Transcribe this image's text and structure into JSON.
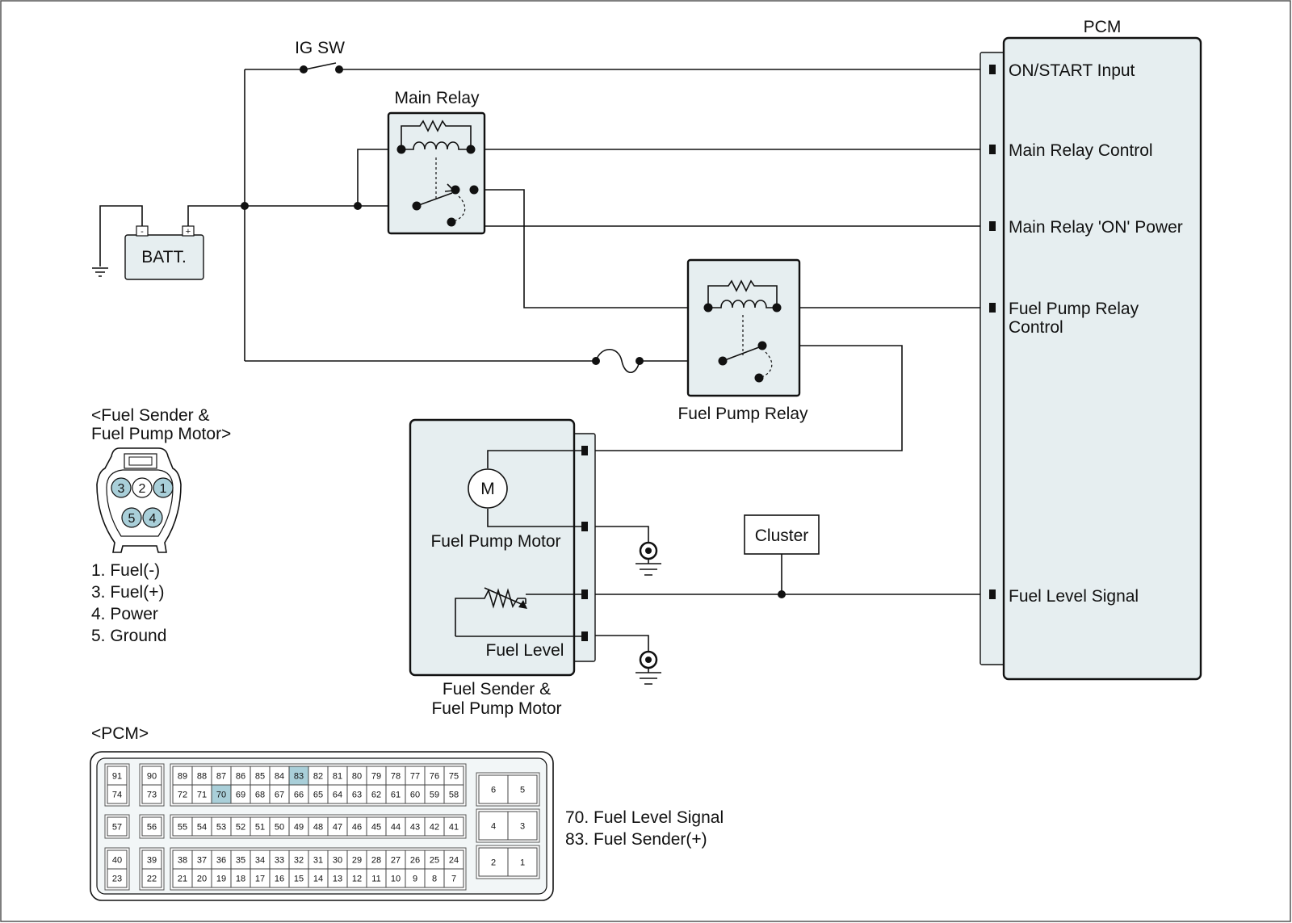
{
  "labels": {
    "ig_sw": "IG SW",
    "main_relay": "Main Relay",
    "battery": "BATT.",
    "battery_minus": "-",
    "battery_plus": "+",
    "fuel_pump_relay": "Fuel Pump Relay",
    "motor_symbol": "M",
    "fuel_pump_motor": "Fuel Pump Motor",
    "fuel_level": "Fuel Level",
    "module_caption_line1": "Fuel Sender &",
    "module_caption_line2": "Fuel Pump Motor",
    "cluster": "Cluster",
    "pcm": "PCM"
  },
  "pcm_pins": [
    "ON/START Input",
    "Main Relay Control",
    "Main Relay 'ON' Power",
    "Fuel Pump Relay",
    "Control",
    "Fuel Level Signal"
  ],
  "connector": {
    "title_line1": "<Fuel Sender &",
    "title_line2": "Fuel Pump Motor>",
    "pins": [
      "3",
      "2",
      "1",
      "5",
      "4"
    ],
    "highlighted_pins": [
      "3",
      "1",
      "5",
      "4"
    ],
    "legend": [
      "1. Fuel(-)",
      "3. Fuel(+)",
      "4. Power",
      "5. Ground"
    ]
  },
  "pcm_connector": {
    "title": "<PCM>",
    "groups": [
      {
        "rows": [
          [
            "91"
          ],
          [
            "74"
          ]
        ]
      },
      {
        "rows": [
          [
            "90"
          ],
          [
            "73"
          ]
        ]
      },
      {
        "rows": [
          [
            "89",
            "88",
            "87",
            "86",
            "85",
            "84",
            "83",
            "82",
            "81",
            "80",
            "79",
            "78",
            "77",
            "76",
            "75"
          ],
          [
            "72",
            "71",
            "70",
            "69",
            "68",
            "67",
            "66",
            "65",
            "64",
            "63",
            "62",
            "61",
            "60",
            "59",
            "58"
          ]
        ]
      },
      {
        "rows": [
          [
            "57"
          ]
        ]
      },
      {
        "rows": [
          [
            "56"
          ]
        ]
      },
      {
        "rows": [
          [
            "55",
            "54",
            "53",
            "52",
            "51",
            "50",
            "49",
            "48",
            "47",
            "46",
            "45",
            "44",
            "43",
            "42",
            "41"
          ]
        ]
      },
      {
        "rows": [
          [
            "40"
          ],
          [
            "23"
          ]
        ]
      },
      {
        "rows": [
          [
            "39"
          ],
          [
            "22"
          ]
        ]
      },
      {
        "rows": [
          [
            "38",
            "37",
            "36",
            "35",
            "34",
            "33",
            "32",
            "31",
            "30",
            "29",
            "28",
            "27",
            "26",
            "25",
            "24"
          ],
          [
            "21",
            "20",
            "19",
            "18",
            "17",
            "16",
            "15",
            "14",
            "13",
            "12",
            "11",
            "10",
            "9",
            "8",
            "7"
          ]
        ]
      },
      {
        "rows": [
          [
            "6",
            "5"
          ]
        ]
      },
      {
        "rows": [
          [
            "4",
            "3"
          ]
        ]
      },
      {
        "rows": [
          [
            "2",
            "1"
          ]
        ]
      }
    ],
    "highlighted_pins": [
      "83",
      "70"
    ],
    "legend": [
      "70. Fuel Level Signal",
      "83. Fuel Sender(+)"
    ]
  },
  "colors": {
    "box_fill": "#e6eef0",
    "highlight": "#a9cfd9",
    "line": "#111111"
  }
}
